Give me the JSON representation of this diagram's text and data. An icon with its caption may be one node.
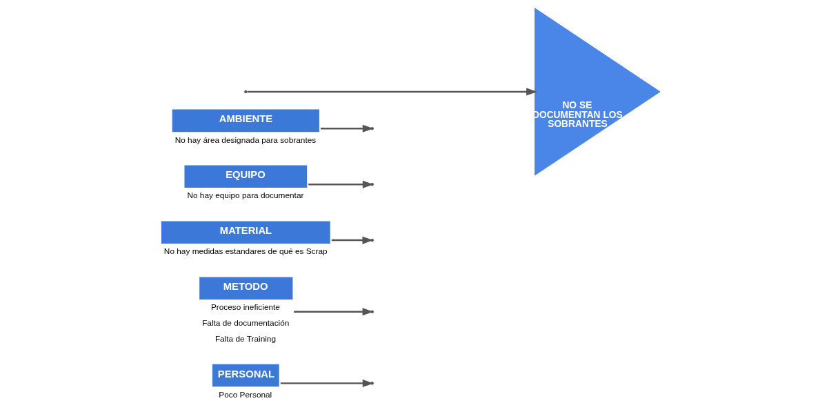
{
  "diagram": {
    "nodes": [
      {
        "text": [
          "PERSONAL"
        ],
        "beside": [
          "Poco Personal"
        ]
      },
      {
        "text": [
          "METODO"
        ],
        "beside": [
          "Proceso ineficiente",
          "Falta de documentación",
          "Falta de Training"
        ]
      },
      {
        "text": [
          "MATERIAL"
        ],
        "beside": [
          "No hay medidas estandares de qué es Scrap"
        ]
      },
      {
        "text": [
          "EQUIPO"
        ],
        "beside": [
          "No hay equipo para documentar"
        ]
      },
      {
        "text": [
          "AMBIENTE"
        ],
        "beside": [
          "No hay área designada para sobrantes"
        ]
      },
      {
        "text": [
          "NO SE DOCUMENTAN LOS SOBRANTES"
        ]
      }
    ],
    "edges": [
      {
        "from": 0,
        "to": null,
        "arrow": "to"
      },
      {
        "from": 1,
        "to": null,
        "arrow": "to"
      },
      {
        "from": 2,
        "to": null,
        "arrow": "to"
      },
      {
        "from": 3,
        "to": null,
        "arrow": "to"
      },
      {
        "from": 4,
        "to": null,
        "arrow": "to"
      },
      {
        "from": null,
        "to": 5,
        "arrow": "to"
      }
    ]
  }
}
